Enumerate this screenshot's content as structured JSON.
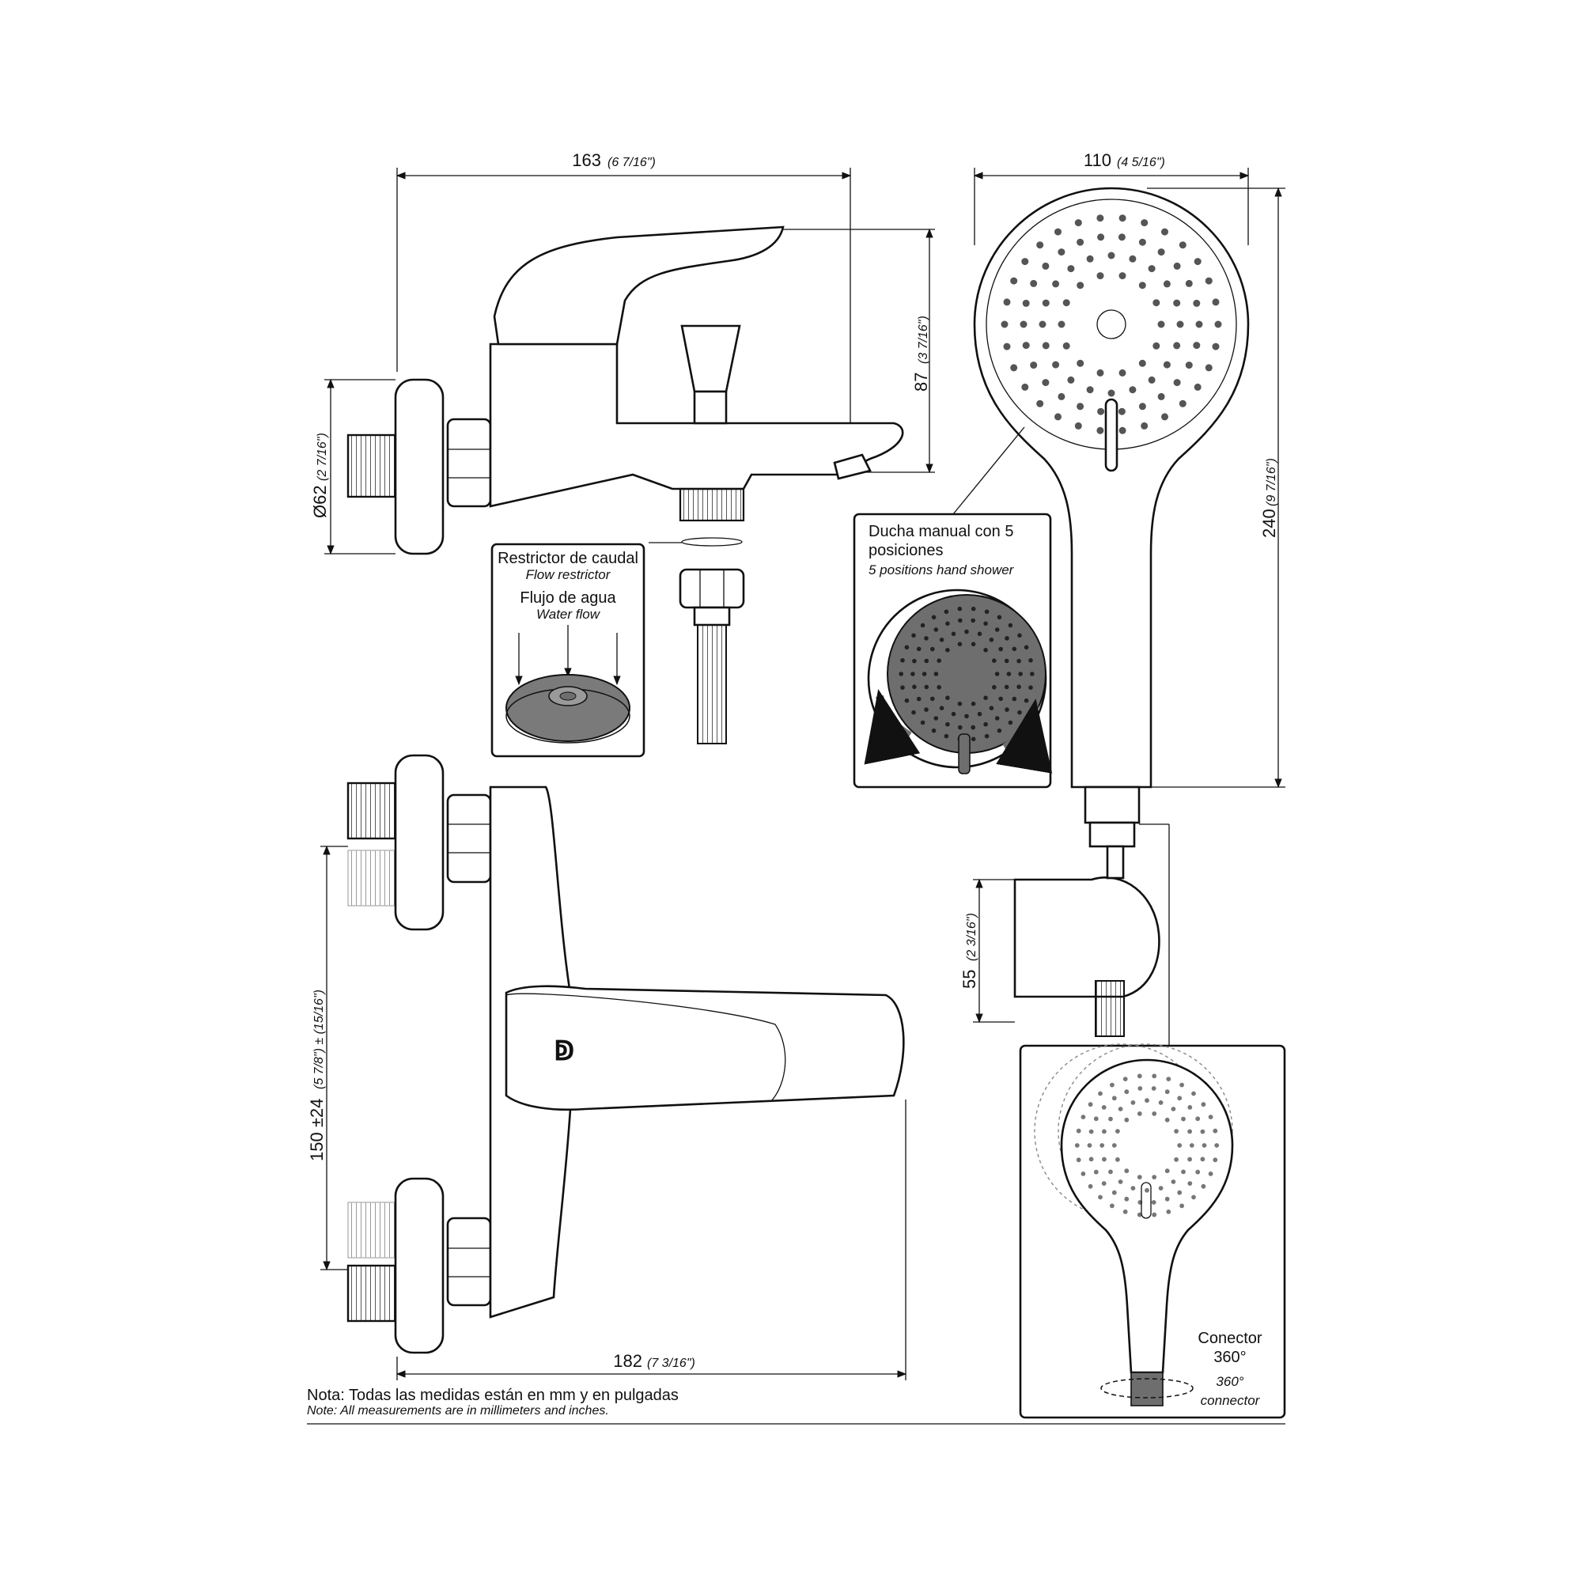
{
  "dimensions": {
    "top_width": {
      "mm": "163",
      "inch": "(6 7/16\")"
    },
    "spout_height": {
      "mm": "87",
      "inch": "(3 7/16\")"
    },
    "flange_diameter": {
      "mm": "Ø62",
      "inch": "(2 7/16\")"
    },
    "shower_width": {
      "mm": "110",
      "inch": "(4 5/16\")"
    },
    "shower_length": {
      "mm": "240",
      "inch": "(9 7/16\")"
    },
    "holder_height": {
      "mm": "55",
      "inch": "(2 3/16\")"
    },
    "inlet_spacing": {
      "mm": "150 ±24",
      "inch": "(5 7/8\") ± (15/16\")"
    },
    "front_width": {
      "mm": "182",
      "inch": "(7 3/16\")"
    }
  },
  "restrictor": {
    "title": "Restrictor de caudal",
    "title_en": "Flow restrictor",
    "flow": "Flujo de agua",
    "flow_en": "Water flow"
  },
  "hand_shower": {
    "line1": "Ducha manual con 5",
    "line2": "posiciones",
    "en": "5 positions hand shower"
  },
  "connector": {
    "es1": "Conector",
    "es2": "360°",
    "en1": "360°",
    "en2": "connector"
  },
  "note": {
    "es": "Nota: Todas las medidas están en mm y en pulgadas",
    "en": "Note: All measurements are in millimeters and inches."
  },
  "colors": {
    "line": "#111111",
    "gray": "#6e6e6e"
  }
}
